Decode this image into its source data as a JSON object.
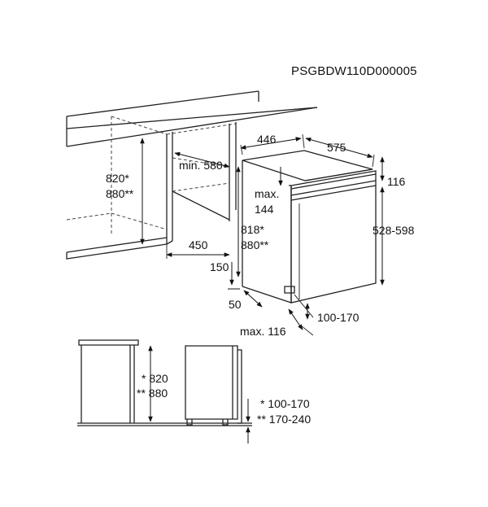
{
  "diagram": {
    "code": "PSGBDW110D000005",
    "labels": {
      "l446": "446",
      "l575": "575",
      "l116a": "116",
      "max": "max.",
      "l144": "144",
      "l528": "528-598",
      "l820s": "820*",
      "l880ss": "880**",
      "min580": "min. 580",
      "l818s": "818*",
      "l880ss_b": "880**",
      "l450": "450",
      "l150": "150",
      "l50": "50",
      "l100_170": "100-170",
      "max116": "max. 116",
      "b820": "* 820",
      "b880": "** 880",
      "b100": "* 100-170",
      "b170": "** 170-240"
    }
  }
}
